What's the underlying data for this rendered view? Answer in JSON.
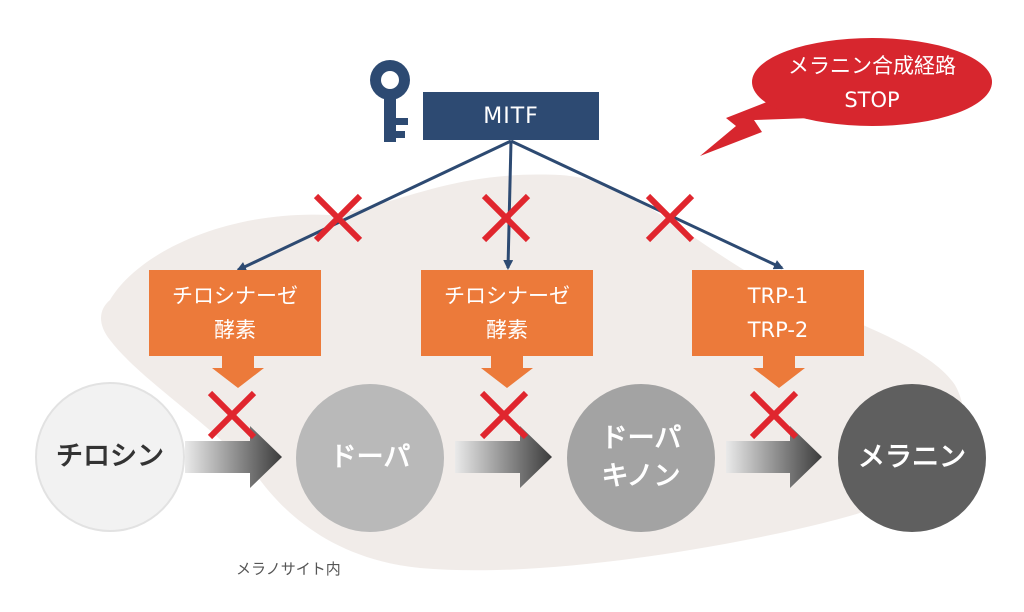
{
  "regulator": {
    "label": "MITF",
    "icon": "key-icon"
  },
  "alert": {
    "line1": "メラニン合成経路",
    "line2": "STOP"
  },
  "enzymes": [
    {
      "line1": "チロシナーゼ",
      "line2": "酵素"
    },
    {
      "line1": "チロシナーゼ",
      "line2": "酵素"
    },
    {
      "line1": "TRP-1",
      "line2": "TRP-2"
    }
  ],
  "pathway": [
    {
      "line1": "チロシン",
      "line2": ""
    },
    {
      "line1": "ドーパ",
      "line2": ""
    },
    {
      "line1": "ドーパ",
      "line2": "キノン"
    },
    {
      "line1": "メラニン",
      "line2": ""
    }
  ],
  "location_label": "メラノサイト内",
  "colors": {
    "regulator": "#2d4a72",
    "enzyme": "#ec7a3a",
    "alert": "#d7262e",
    "cross": "#e0262e",
    "cell": "#f1ece9"
  }
}
